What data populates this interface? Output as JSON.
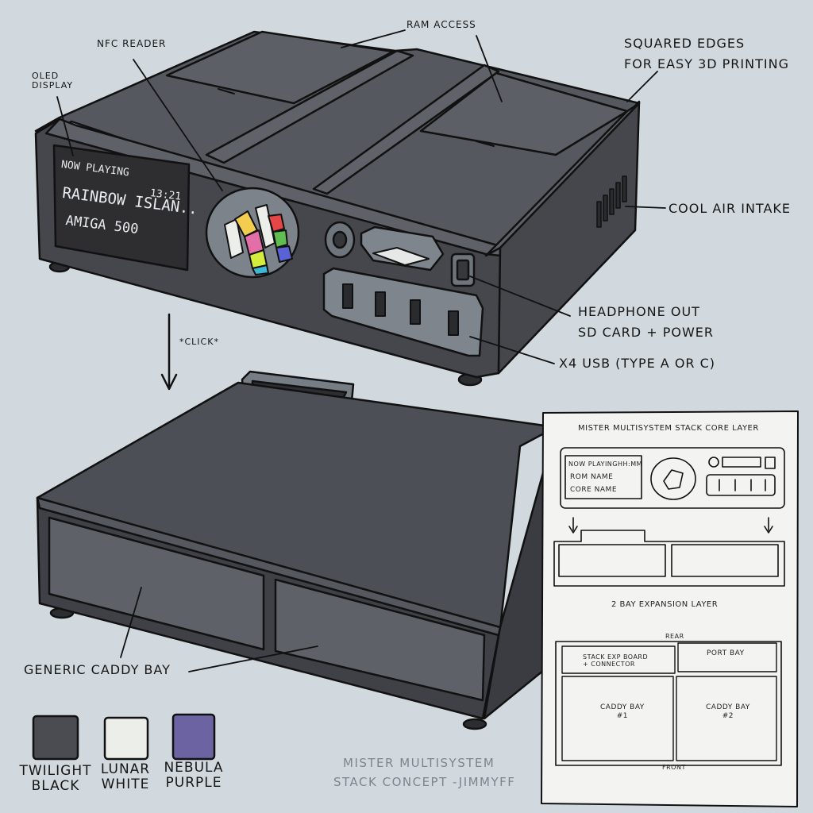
{
  "labels": {
    "ram_access": "RAM ACCESS",
    "nfc_reader": "NFC READER",
    "oled_display": [
      "OLED",
      "DISPLAY"
    ],
    "squared_edges": [
      "SQUARED EDGES",
      "FOR EASY 3D PRINTING"
    ],
    "cool_air_intake": "COOL AIR INTAKE",
    "headphone_out": [
      "HEADPHONE OUT",
      "SD CARD + POWER"
    ],
    "usb": "X4 USB (TYPE A OR C)",
    "click": "*CLICK*",
    "generic_caddy_bay": "GENERIC CADDY BAY"
  },
  "oled": {
    "now_playing": "NOW PLAYING",
    "time": "13:21",
    "game": "RAINBOW ISLAN..",
    "core": "AMIGA 500"
  },
  "swatches": [
    {
      "name": [
        "TWILIGHT",
        "BLACK"
      ],
      "color": "#4a4c52"
    },
    {
      "name": [
        "LUNAR",
        "WHITE"
      ],
      "color": "#eceeea"
    },
    {
      "name": [
        "NEBULA",
        "PURPLE"
      ],
      "color": "#6b63a2"
    }
  ],
  "credit": [
    "MISTER MULTISYSTEM",
    "STACK CONCEPT -JIMMYFF"
  ],
  "sheet": {
    "title": "MISTER MULTISYSTEM STACK CORE LAYER",
    "now_playing": "NOW PLAYING",
    "hhmm": "HH:MM",
    "rom_name": "ROM NAME",
    "core_name": "CORE NAME",
    "expansion_title": "2 BAY EXPANSION LAYER",
    "rear": "REAR",
    "front": "FRONT",
    "stack_exp": [
      "STACK EXP BOARD",
      "+ CONNECTOR"
    ],
    "port_bay": "PORT BAY",
    "caddy1": [
      "CADDY BAY",
      "#1"
    ],
    "caddy2": [
      "CADDY BAY",
      "#2"
    ]
  },
  "colors": {
    "background": "#d2d9de",
    "body_top": "#4d5056",
    "body_front": "#3e4046",
    "panel": "#6e757c",
    "oled": "#2e2e30"
  }
}
